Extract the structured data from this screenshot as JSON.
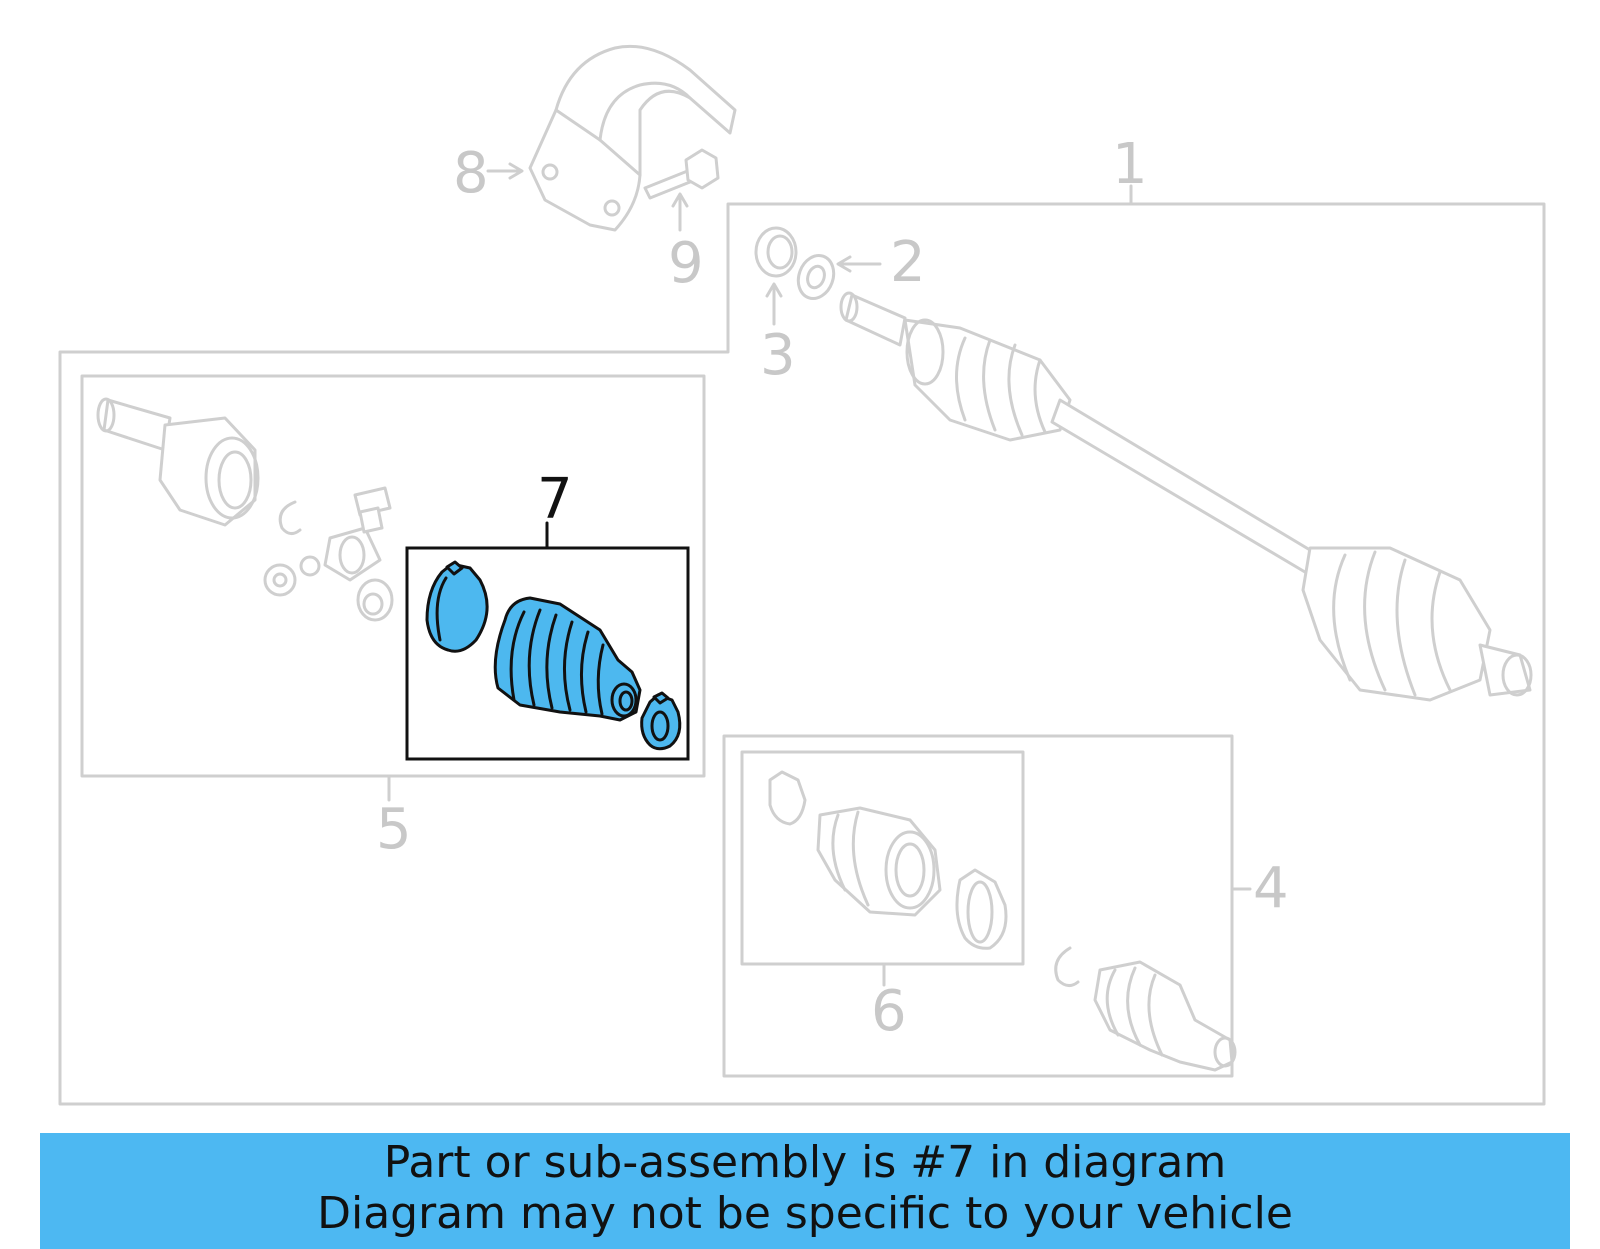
{
  "callouts": {
    "c1": "1",
    "c2": "2",
    "c3": "3",
    "c4": "4",
    "c5": "5",
    "c6": "6",
    "c7": "7",
    "c8": "8",
    "c9": "9"
  },
  "highlighted_part": "7",
  "colors": {
    "highlight": "#4db8ef",
    "banner": "#4db8f2",
    "lines": "#cfcfcf",
    "text": "#111111"
  },
  "banner": {
    "line1": "Part or sub-assembly is #7 in diagram",
    "line2": "Diagram may not be specific to your vehicle"
  }
}
